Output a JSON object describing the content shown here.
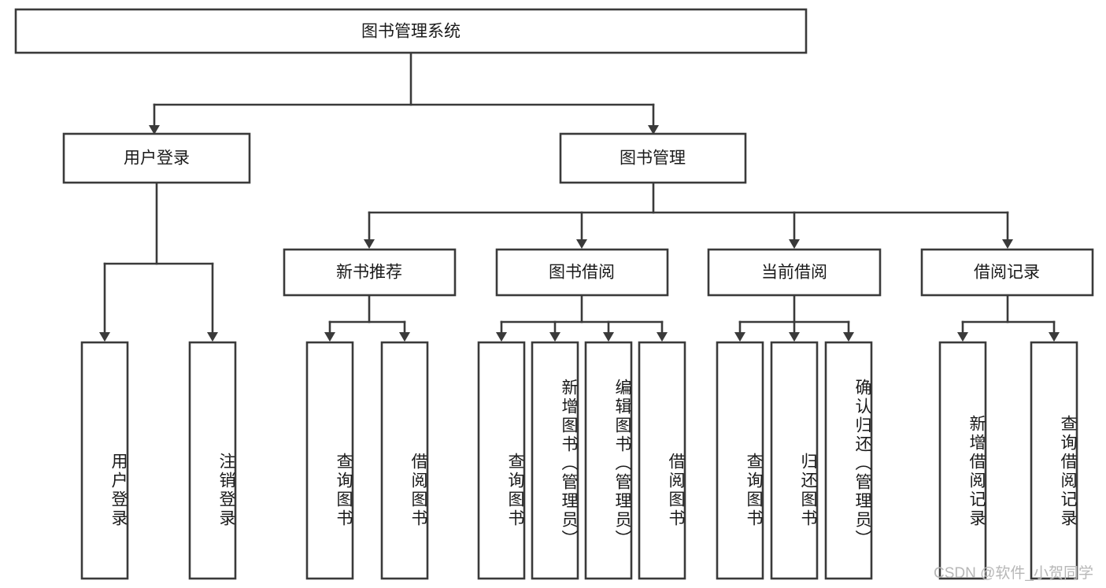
{
  "diagram": {
    "title": "图书管理系统",
    "type": "tree-hierarchy-diagram",
    "colors": {
      "box_stroke": "#3a3a3a",
      "box_fill": "#ffffff",
      "text": "#1a1a1a",
      "background": "#ffffff",
      "watermark": "#b7b7b7"
    },
    "root": {
      "label": "图书管理系统"
    },
    "level2": [
      {
        "label": "用户登录"
      },
      {
        "label": "图书管理"
      }
    ],
    "level3": [
      {
        "label": "新书推荐"
      },
      {
        "label": "图书借阅"
      },
      {
        "label": "当前借阅"
      },
      {
        "label": "借阅记录"
      }
    ],
    "leaves": {
      "user_login": [
        {
          "label": "用户登录"
        },
        {
          "label": "注销登录"
        }
      ],
      "new_book_recommend": [
        {
          "label": "查询图书"
        },
        {
          "label": "借阅图书"
        }
      ],
      "book_borrow": [
        {
          "label": "查询图书"
        },
        {
          "label": "新增图书（管理员）"
        },
        {
          "label": "编辑图书（管理员）"
        },
        {
          "label": "借阅图书"
        }
      ],
      "current_borrow": [
        {
          "label": "查询图书"
        },
        {
          "label": "归还图书"
        },
        {
          "label": "确认归还（管理员）"
        }
      ],
      "borrow_record": [
        {
          "label": "新增借阅记录"
        },
        {
          "label": "查询借阅记录"
        }
      ]
    }
  },
  "watermark": {
    "text": "CSDN @软件_小贺同学"
  }
}
